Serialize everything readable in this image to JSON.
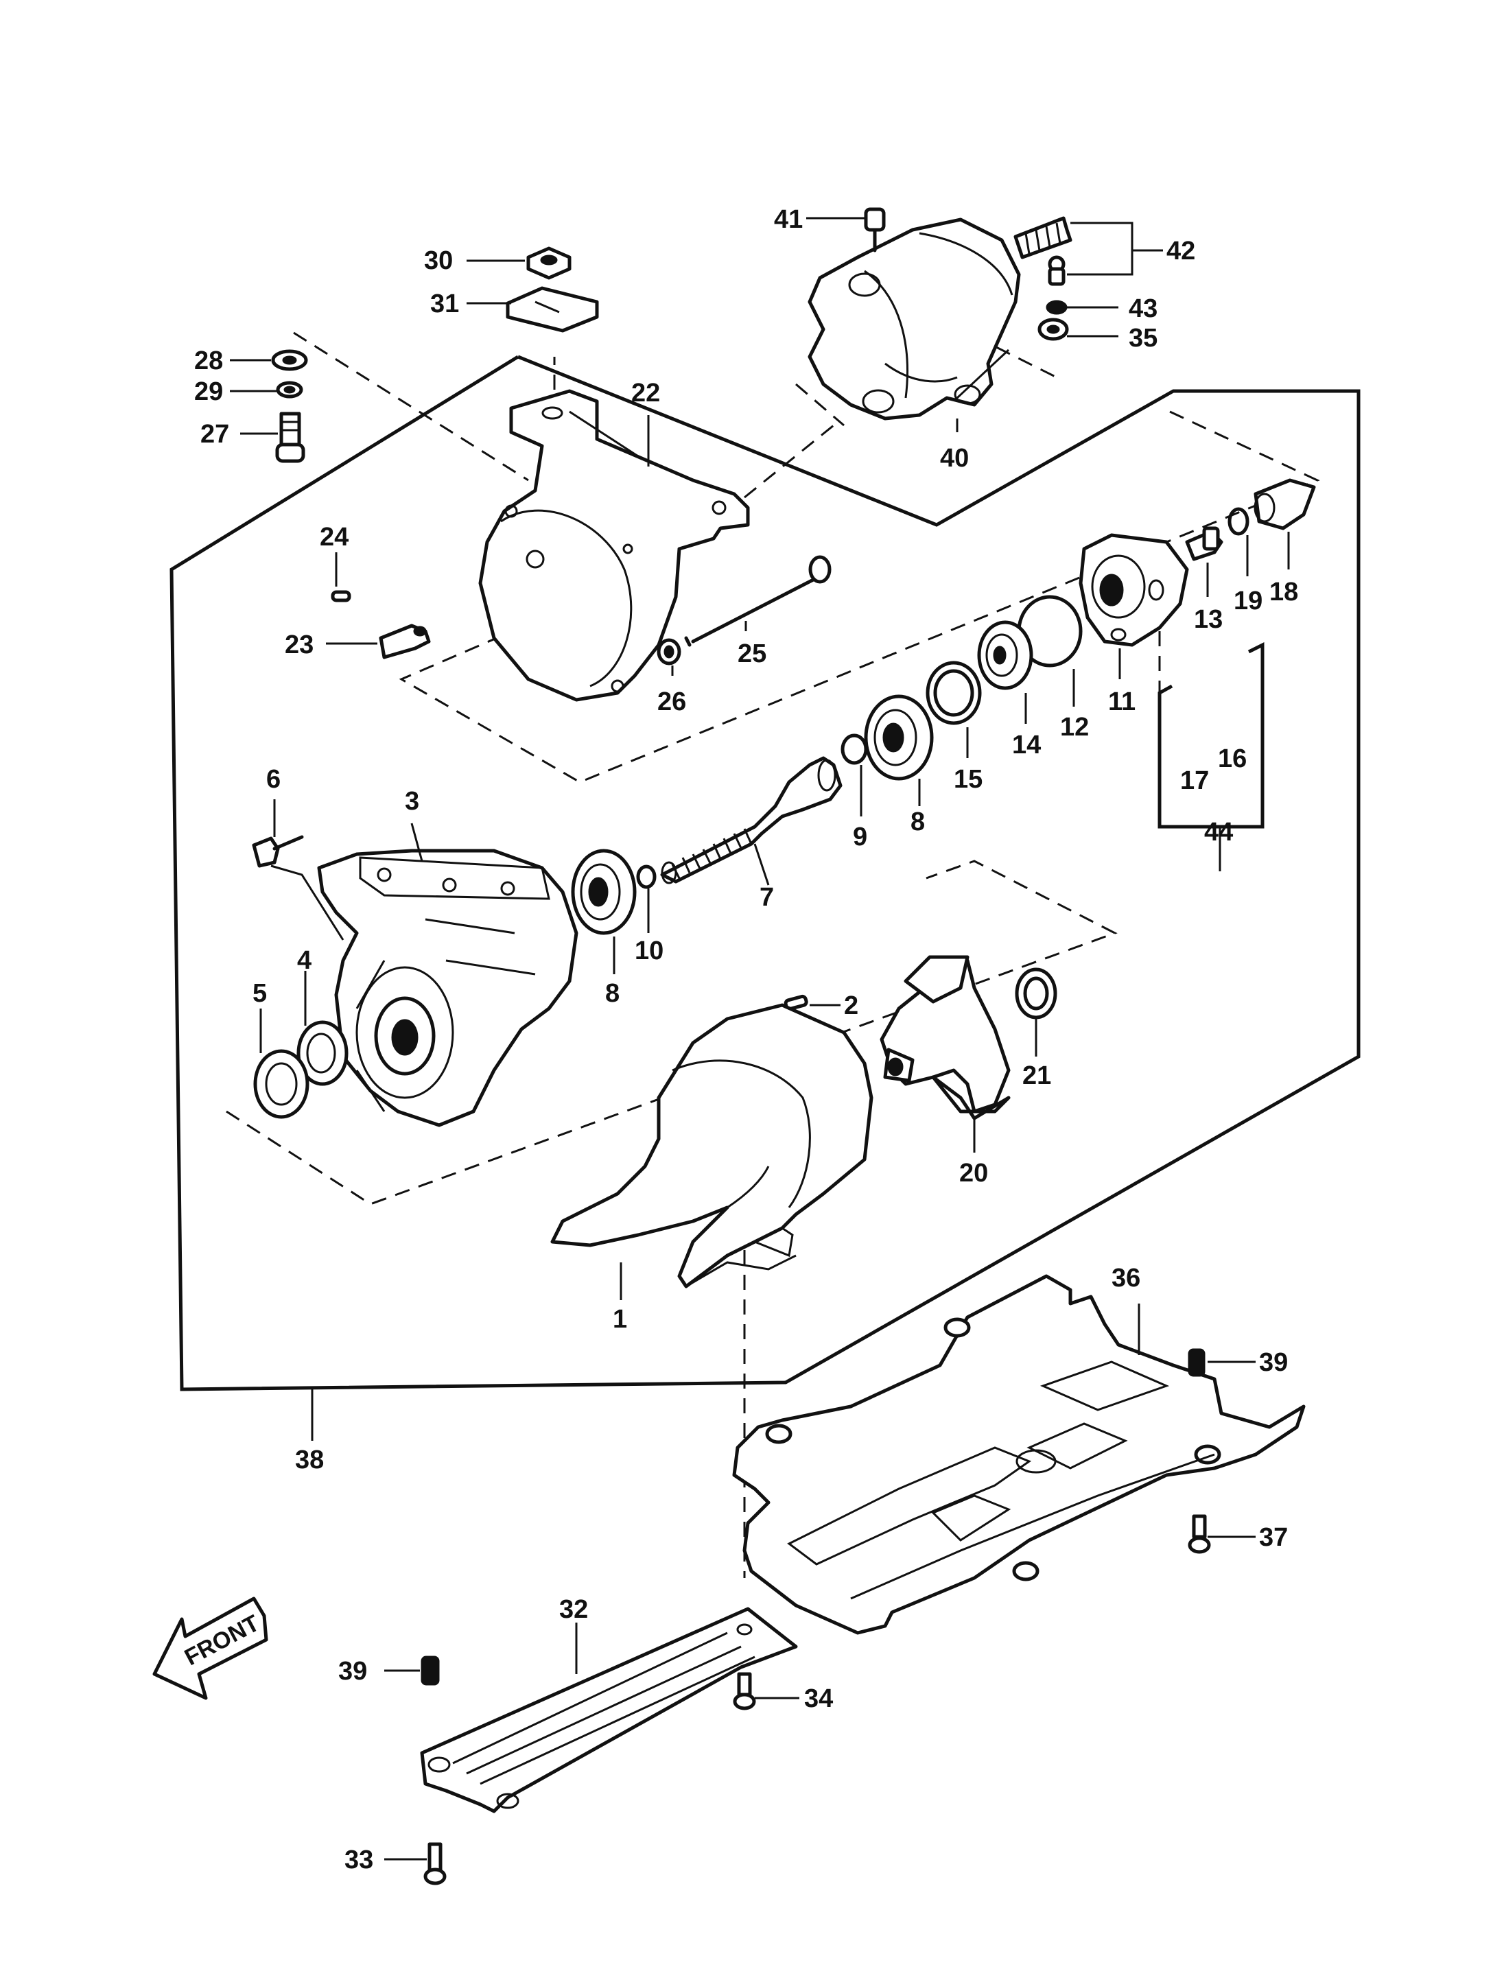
{
  "labels": {
    "p1": "1",
    "p2": "2",
    "p3": "3",
    "p4": "4",
    "p5": "5",
    "p6": "6",
    "p7": "7",
    "p8a": "8",
    "p8b": "8",
    "p9": "9",
    "p10": "10",
    "p11": "11",
    "p12": "12",
    "p13": "13",
    "p14": "14",
    "p15": "15",
    "p16": "16",
    "p17": "17",
    "p18": "18",
    "p19": "19",
    "p20": "20",
    "p21": "21",
    "p22": "22",
    "p23": "23",
    "p24": "24",
    "p25": "25",
    "p26": "26",
    "p27": "27",
    "p28": "28",
    "p29": "29",
    "p30": "30",
    "p31": "31",
    "p32": "32",
    "p33": "33",
    "p34": "34",
    "p35": "35",
    "p36": "36",
    "p37": "37",
    "p38": "38",
    "p39a": "39",
    "p39b": "39",
    "p40": "40",
    "p41": "41",
    "p42": "42",
    "p43": "43",
    "p44": "44"
  },
  "front_arrow": {
    "text": "FRONT",
    "icon": "front-arrow-icon"
  }
}
